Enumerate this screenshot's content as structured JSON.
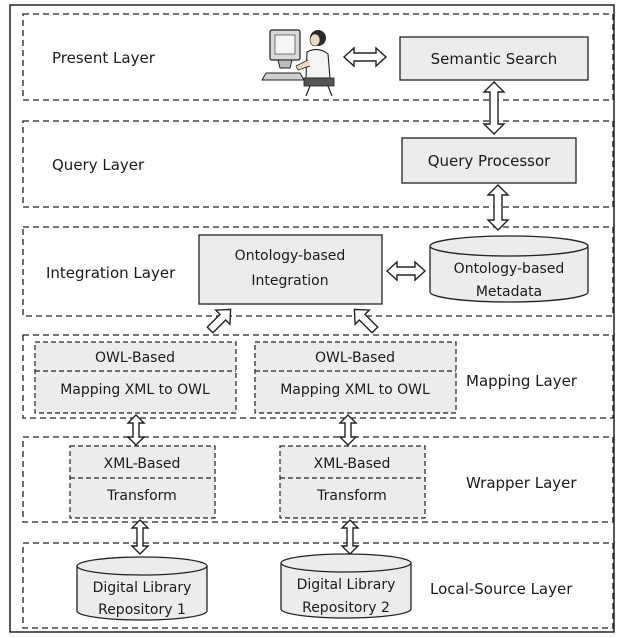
{
  "layers": {
    "present": "Present Layer",
    "query": "Query Layer",
    "integration": "Integration Layer",
    "mapping": "Mapping Layer",
    "wrapper": "Wrapper Layer",
    "local_source": "Local-Source Layer"
  },
  "nodes": {
    "semantic_search": "Semantic Search",
    "query_processor": "Query Processor",
    "ontology_integration": [
      "Ontology-based",
      "Integration"
    ],
    "ontology_metadata": [
      "Ontology-based",
      "Metadata"
    ],
    "mapping_1": {
      "top": "OWL-Based",
      "bottom": "Mapping XML to OWL"
    },
    "mapping_2": {
      "top": "OWL-Based",
      "bottom": "Mapping XML to OWL"
    },
    "wrapper_1": {
      "top": "XML-Based",
      "bottom": "Transform"
    },
    "wrapper_2": {
      "top": "XML-Based",
      "bottom": "Transform"
    },
    "repository_1": [
      "Digital Library",
      "Repository 1"
    ],
    "repository_2": [
      "Digital Library",
      "Repository 2"
    ]
  },
  "icons": {
    "user": "user-at-computer-icon"
  }
}
